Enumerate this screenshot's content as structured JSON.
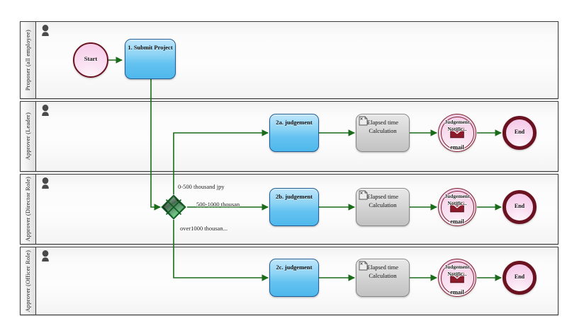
{
  "diagram": {
    "type": "bpmn-workflow",
    "background": "#ffffff",
    "pool_border": "#3a3a3a",
    "flow_color": "#1a6b1a",
    "accent_task": "#63c2f0",
    "accent_gateway": "#7ee39a",
    "accent_event": "#6b1220"
  },
  "lanes": [
    {
      "id": "proposer",
      "label": "Proposer (all employee)",
      "actor_icon": "person-icon"
    },
    {
      "id": "approver-leader",
      "label": "Approver (Leader)",
      "actor_icon": "person-icon"
    },
    {
      "id": "approver-director",
      "label": "Approver (Director Role)",
      "actor_icon": "person-icon"
    },
    {
      "id": "approver-officer",
      "label": "Approver (Officer Role)",
      "actor_icon": "person-icon"
    }
  ],
  "nodes": {
    "start": {
      "label": "Start",
      "type": "start-event"
    },
    "submit": {
      "label": "1. Submit Project",
      "type": "user-task"
    },
    "gateway": {
      "label": "",
      "type": "exclusive-gateway",
      "icon": "gateway-cross-icon"
    },
    "judgement_a": {
      "label": "2a. judgement",
      "type": "user-task"
    },
    "judgement_b": {
      "label": "2b. judgement",
      "type": "user-task"
    },
    "judgement_c": {
      "label": "2c. judgement",
      "type": "user-task"
    },
    "elapsed_a": {
      "label": "Elapsed time Calculation",
      "type": "script-task",
      "icon": "script-icon"
    },
    "elapsed_b": {
      "label": "Elapsed time Calculation",
      "type": "script-task",
      "icon": "script-icon"
    },
    "elapsed_c": {
      "label": "Elapsed time Calculation",
      "type": "script-task",
      "icon": "script-icon"
    },
    "notify_a": {
      "label": "Judgement Notific...",
      "sub_label": "email",
      "type": "message-event",
      "icon": "envelope-icon"
    },
    "notify_b": {
      "label": "Judgement Notific...",
      "sub_label": "email",
      "type": "message-event",
      "icon": "envelope-icon"
    },
    "notify_c": {
      "label": "Judgement Notific...",
      "sub_label": "email",
      "type": "message-event",
      "icon": "envelope-icon"
    },
    "end_a": {
      "label": "End",
      "type": "end-event"
    },
    "end_b": {
      "label": "End",
      "type": "end-event"
    },
    "end_c": {
      "label": "End",
      "type": "end-event"
    }
  },
  "flow_labels": {
    "branch_low": "0-500 thousand jpy",
    "branch_mid": "500-1000 thousan",
    "branch_high": "over1000 thousan..."
  }
}
